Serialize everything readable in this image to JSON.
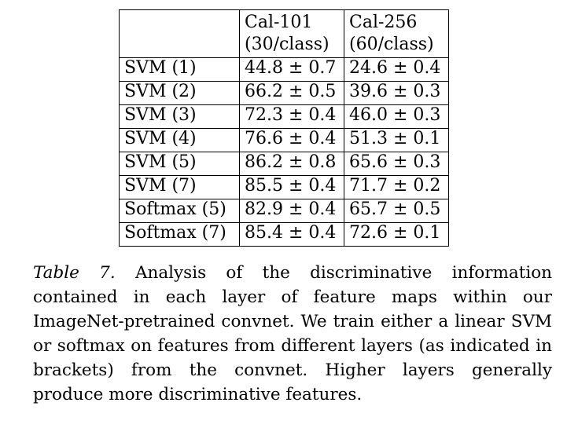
{
  "table": {
    "columns": [
      {
        "line1": "Cal-101",
        "line2": "(30/class)"
      },
      {
        "line1": "Cal-256",
        "line2": "(60/class)"
      }
    ],
    "rows": [
      {
        "label": "SVM (1)",
        "cal101": "44.8 ± 0.7",
        "cal101_bold": false,
        "cal256": "24.6 ± 0.4",
        "cal256_bold": false
      },
      {
        "label": "SVM (2)",
        "cal101": "66.2 ± 0.5",
        "cal101_bold": false,
        "cal256": "39.6 ± 0.3",
        "cal256_bold": false
      },
      {
        "label": "SVM (3)",
        "cal101": "72.3 ± 0.4",
        "cal101_bold": false,
        "cal256": "46.0 ± 0.3",
        "cal256_bold": false
      },
      {
        "label": "SVM (4)",
        "cal101": "76.6 ± 0.4",
        "cal101_bold": false,
        "cal256": "51.3 ± 0.1",
        "cal256_bold": false
      },
      {
        "label": "SVM (5)",
        "cal101": "86.2 ± 0.8",
        "cal101_bold": true,
        "cal256": "65.6 ± 0.3",
        "cal256_bold": false
      },
      {
        "label": "SVM (7)",
        "cal101": "85.5 ± 0.4",
        "cal101_bold": true,
        "cal256": "71.7 ± 0.2",
        "cal256_bold": true
      },
      {
        "label": "Softmax (5)",
        "cal101": "82.9 ± 0.4",
        "cal101_bold": false,
        "cal256": "65.7 ± 0.5",
        "cal256_bold": false
      },
      {
        "label": "Softmax (7)",
        "cal101": "85.4 ± 0.4",
        "cal101_bold": true,
        "cal256": "72.6 ± 0.1",
        "cal256_bold": true
      }
    ]
  },
  "caption": {
    "label": "Table 7.",
    "text": "Analysis of the discriminative information contained in each layer of feature maps within our ImageNet-pretrained convnet. We train either a linear SVM or softmax on features from different layers (as indicated in brackets) from the convnet.  Higher layers generally produce more discriminative features."
  }
}
